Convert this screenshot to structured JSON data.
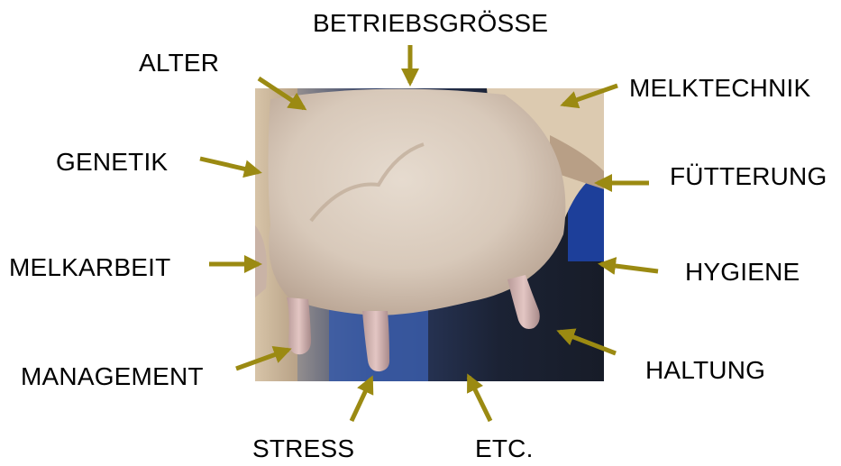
{
  "labels": {
    "betriebsgroesse": "BETRIEBSGRÖSSE",
    "alter": "ALTER",
    "melktechnik": "MELKTECHNIK",
    "genetik": "GENETIK",
    "fuetterung": "FÜTTERUNG",
    "melkarbeit": "MELKARBEIT",
    "hygiene": "HYGIENE",
    "management": "MANAGEMENT",
    "haltung": "HALTUNG",
    "stress": "STRESS",
    "etc": "ETC."
  },
  "colors": {
    "arrow": "#9b8a12",
    "label_text": "#000000",
    "background": "#ffffff",
    "udder_skin": "#d9cbbd",
    "background_blue": "#2a4f9e",
    "background_dark": "#1c1f2a"
  },
  "photo": {
    "subject": "cow udder photograph"
  }
}
